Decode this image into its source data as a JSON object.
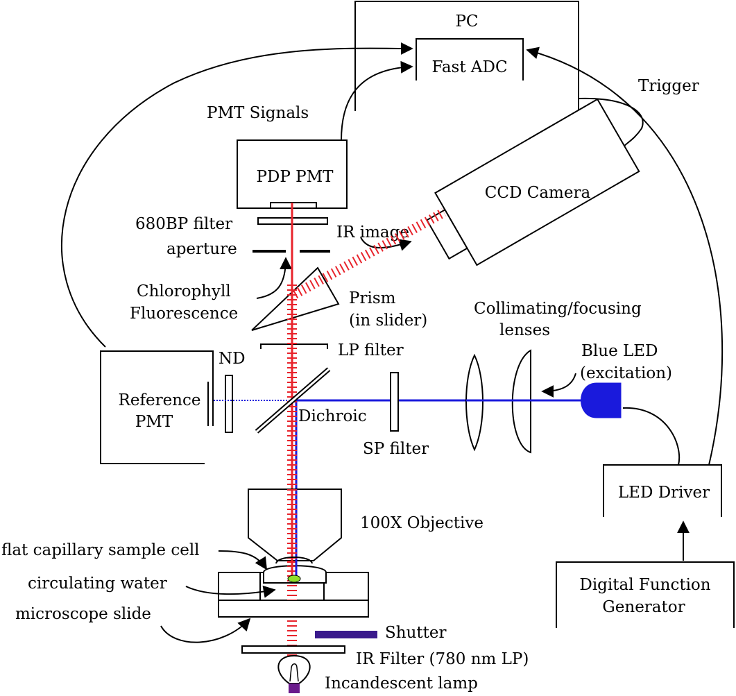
{
  "labels": {
    "pc": "PC",
    "fast_adc": "Fast ADC",
    "trigger": "Trigger",
    "pmt_signals": "PMT Signals",
    "pdp_pmt": "PDP PMT",
    "ccd_camera": "CCD Camera",
    "bp_filter": "680BP  filter",
    "ir_image": "IR image",
    "aperture": "aperture",
    "chlorophyll_line1": "Chlorophyll",
    "chlorophyll_line2": "Fluorescence",
    "prism_line1": "Prism",
    "prism_line2": "(in slider)",
    "collimating_line1": "Collimating/focusing",
    "collimating_line2": "lenses",
    "blue_led_line1": "Blue LED",
    "blue_led_line2": "(excitation)",
    "nd": "ND",
    "lp_filter": "LP filter",
    "reference_line1": "Reference",
    "reference_line2": "PMT",
    "dichroic": "Dichroic",
    "sp_filter": "SP filter",
    "led_driver": "LED Driver",
    "objective": "100X Objective",
    "flat_capillary": "flat capillary sample cell",
    "circulating_water": "circulating water",
    "microscope_slide": "microscope slide",
    "digital_fg_line1": "Digital Function",
    "digital_fg_line2": "Generator",
    "shutter": "Shutter",
    "ir_filter": "IR Filter (780 nm LP)",
    "lamp": "Incandescent lamp"
  },
  "colors": {
    "red_beam": "#e8242c",
    "blue_beam": "#1a1adc",
    "shutter": "#3a1a8c",
    "sample": "#8ee02a",
    "lamp_base": "#6a1a8c"
  }
}
